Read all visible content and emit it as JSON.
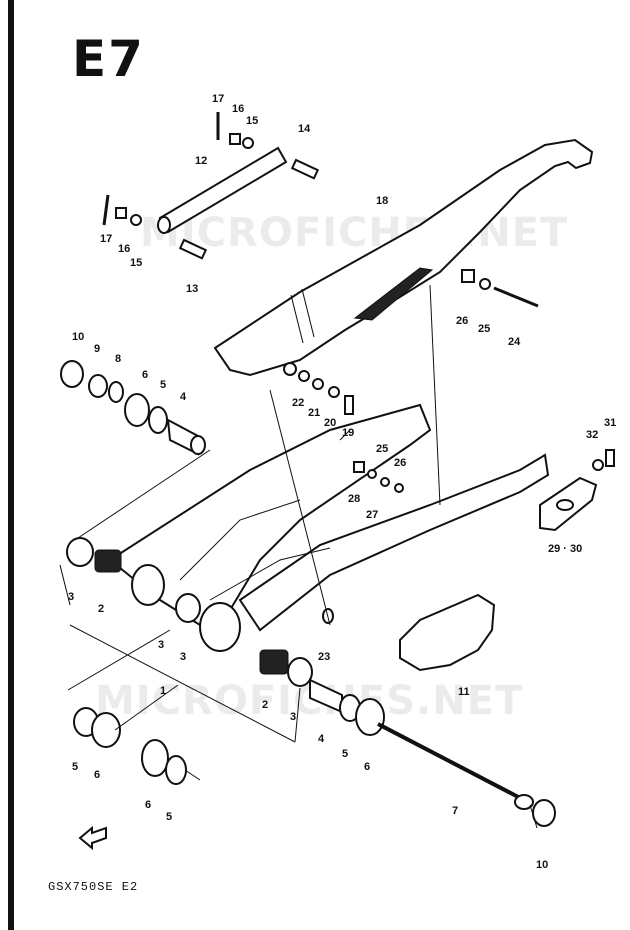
{
  "diagram": {
    "section_code": "E7",
    "model_code": "GSX750SE E2",
    "watermark_texts": [
      "MICROFICHES.NET",
      "MICROFICHES.NET"
    ],
    "callouts": [
      "17",
      "16",
      "15",
      "14",
      "12",
      "18",
      "17",
      "16",
      "15",
      "13",
      "26",
      "25",
      "24",
      "10",
      "9",
      "8",
      "6",
      "5",
      "4",
      "22",
      "21",
      "20",
      "19",
      "25",
      "26",
      "31",
      "32",
      "28",
      "27",
      "29 · 30",
      "3",
      "2",
      "3",
      "3",
      "23",
      "11",
      "1",
      "2",
      "3",
      "4",
      "5",
      "6",
      "5",
      "6",
      "6",
      "5",
      "7",
      "10"
    ]
  }
}
